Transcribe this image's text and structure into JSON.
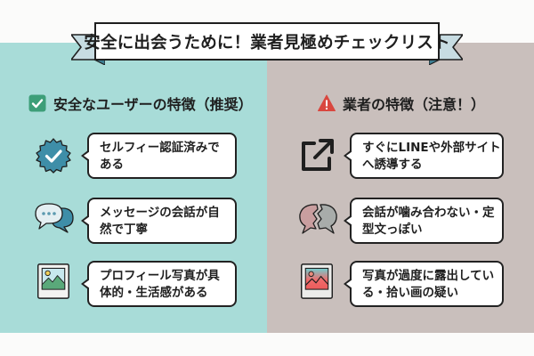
{
  "banner": {
    "title": "安全に出会うために！業者見極めチェックリスト"
  },
  "colors": {
    "safe_panel": "#a8dcd8",
    "warning_panel": "#c9bfbc",
    "check_green": "#3d9e78",
    "warning_red": "#d9473f",
    "badge_blue": "#3e8ea8"
  },
  "safe_section": {
    "icon": "check-square-icon",
    "title": "安全なユーザーの特徴（推奨）",
    "items": [
      {
        "icon": "verified-badge-icon",
        "line1": "セルフィー認証済みで",
        "line2": "ある"
      },
      {
        "icon": "chat-bubbles-icon",
        "line1": "メッセージの会話が自",
        "line2": "然で丁寧"
      },
      {
        "icon": "photo-icon",
        "line1": "プロフィール写真が具",
        "line2": "体的・生活感がある"
      }
    ]
  },
  "warning_section": {
    "icon": "warning-triangle-icon",
    "title": "業者の特徴（注意！）",
    "items": [
      {
        "icon": "external-link-icon",
        "line1": "すぐにLINEや外部サイト",
        "line2": "へ誘導する"
      },
      {
        "icon": "broken-chat-icon",
        "line1": "会話が噛み合わない・定",
        "line2": "型文っぽい"
      },
      {
        "icon": "edited-photo-icon",
        "line1": "写真が過度に露出してい",
        "line2": "る・拾い画の疑い"
      }
    ]
  }
}
